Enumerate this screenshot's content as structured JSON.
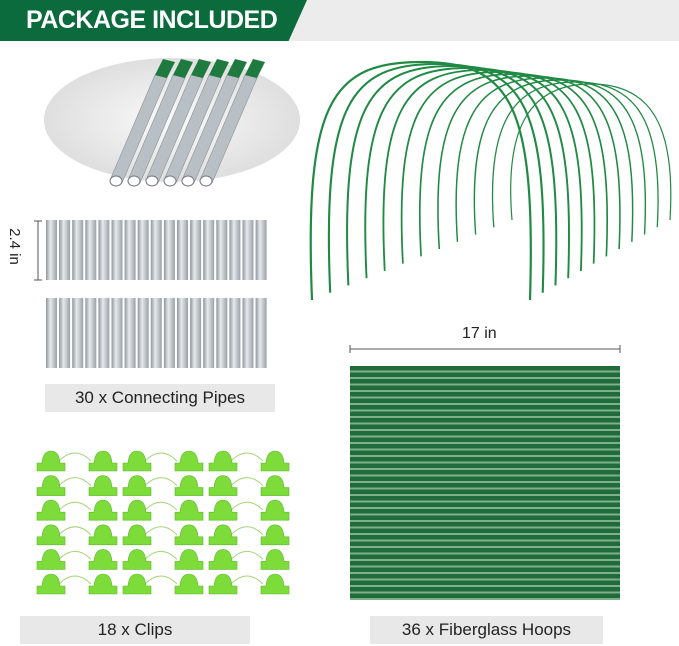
{
  "header": {
    "title": "PACKAGE INCLUDED"
  },
  "colors": {
    "brand_green": "#0b6b3d",
    "clip_green": "#7ddc3a",
    "hoop_green": "#1f6b3a",
    "label_bg": "#e8e8e8"
  },
  "dimensions": {
    "pipe_length": "2.4 in",
    "hoop_width": "17 in"
  },
  "items": [
    {
      "label": "30 x Connecting Pipes"
    },
    {
      "label": "18 x Clips"
    },
    {
      "label": "36 x Fiberglass Hoops"
    }
  ]
}
